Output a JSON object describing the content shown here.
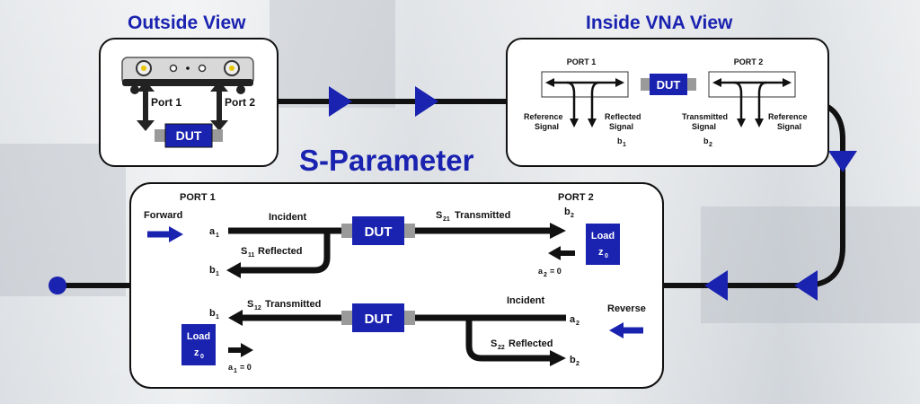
{
  "headings": {
    "outside_view": "Outside View",
    "inside_view": "Inside VNA View",
    "s_parameter": "S-Parameter"
  },
  "outside": {
    "port1": "Port 1",
    "port2": "Port 2",
    "dut": "DUT"
  },
  "inside": {
    "port1": "PORT 1",
    "port2": "PORT 2",
    "dut": "DUT",
    "reference_signal_1": [
      "Reference",
      "Signal"
    ],
    "reflected_signal": [
      "Reflected",
      "Signal"
    ],
    "b1": "b",
    "b1_sub": "1",
    "transmitted_signal": [
      "Transmitted",
      "Signal"
    ],
    "reference_signal_2": [
      "Reference",
      "Signal"
    ],
    "b2": "b",
    "b2_sub": "2"
  },
  "forward": {
    "port1": "PORT 1",
    "port2": "PORT 2",
    "direction": "Forward",
    "incident": "Incident",
    "dut": "DUT",
    "transmitted": "Transmitted",
    "s_symbol": "S",
    "s21_sub": "21",
    "reflected": "Reflected",
    "s11_sub": "11",
    "a1": "a",
    "a1_sub": "1",
    "b1": "b",
    "b1_sub": "1",
    "b2": "b",
    "b2_sub": "2",
    "a2_zero": "= 0",
    "a2": "a",
    "a2_sub": "2",
    "load": "Load",
    "z0": "z",
    "z0_sub": "0"
  },
  "reverse": {
    "direction": "Reverse",
    "incident": "Incident",
    "dut": "DUT",
    "transmitted": "Transmitted",
    "s_symbol": "S",
    "s12_sub": "12",
    "reflected": "Reflected",
    "s22_sub": "22",
    "a2": "a",
    "a2_sub": "2",
    "b1": "b",
    "b1_sub": "1",
    "b2": "b",
    "b2_sub": "2",
    "a1_zero": "= 0",
    "a1": "a",
    "a1_sub": "1",
    "load": "Load",
    "z0": "z",
    "z0_sub": "0"
  },
  "colors": {
    "accent_blue": "#1a22b0",
    "line": "#111111",
    "dut_gray": "#9a9a9a"
  }
}
